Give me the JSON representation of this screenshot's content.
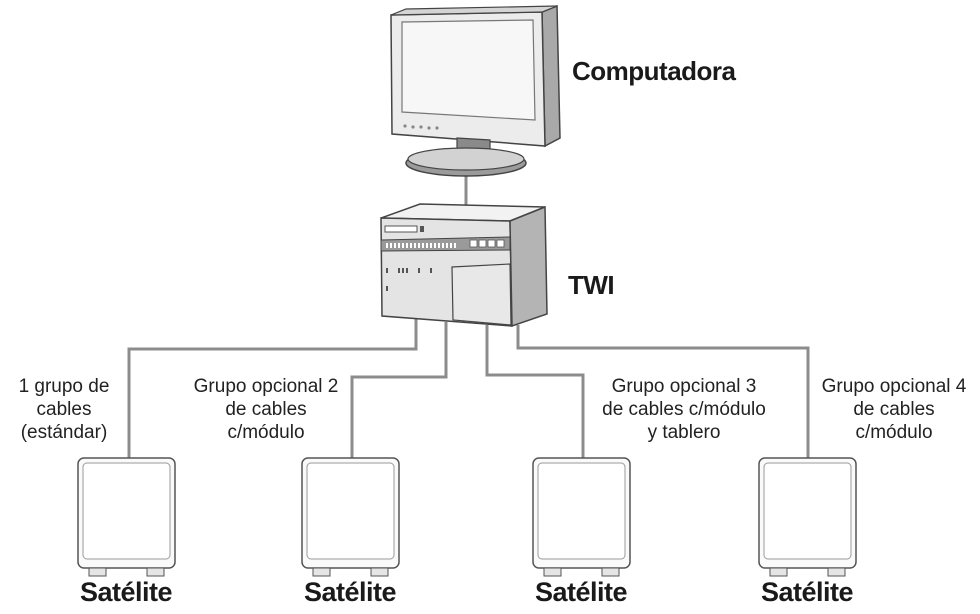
{
  "computer": {
    "label": "Computadora"
  },
  "twi": {
    "label": "TWI"
  },
  "colors": {
    "line": "#8c8c8c",
    "device_light": "#f0f0f0",
    "device_mid": "#d9d9d9",
    "device_dark": "#b3b3b3",
    "outline": "#444444"
  },
  "satellites": [
    {
      "caption": [
        "1 grupo de",
        "cables",
        "(estándar)"
      ],
      "label": "Satélite"
    },
    {
      "caption": [
        "Grupo opcional 2",
        "de cables",
        "c/módulo"
      ],
      "label": "Satélite"
    },
    {
      "caption": [
        "Grupo opcional 3",
        "de cables c/módulo",
        "y tablero"
      ],
      "label": "Satélite"
    },
    {
      "caption": [
        "Grupo opcional 4",
        "de cables",
        "c/módulo"
      ],
      "label": "Satélite"
    }
  ]
}
